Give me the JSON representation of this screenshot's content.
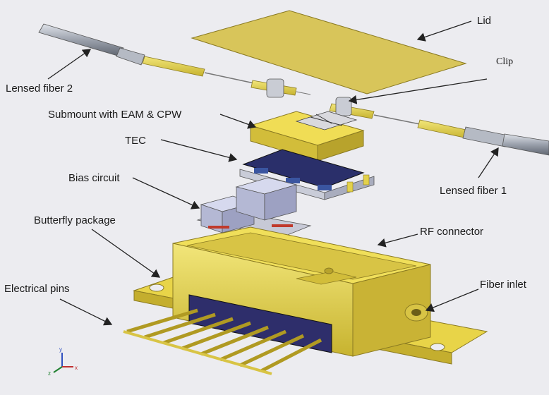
{
  "labels": {
    "lid": "Lid",
    "clip": "Clip",
    "lensed_fiber_2": "Lensed fiber 2",
    "lensed_fiber_1": "Lensed fiber 1",
    "submount": "Submount with EAM & CPW",
    "tec": "TEC",
    "bias_circuit": "Bias circuit",
    "butterfly_package": "Butterfly package",
    "rf_connector": "RF connector",
    "electrical_pins": "Electrical pins",
    "fiber_inlet": "Fiber inlet"
  },
  "axis_triad": {
    "x": "x",
    "y": "y",
    "z": "z"
  },
  "colors": {
    "background": "#ececf0",
    "gold": "#e3d14a",
    "gold_dark": "#b9a52a",
    "gold_light": "#f2e67a",
    "steel": "#9aa0ab",
    "ceramic": "#b9bdd8",
    "pin_block": "#2e2e6b"
  }
}
